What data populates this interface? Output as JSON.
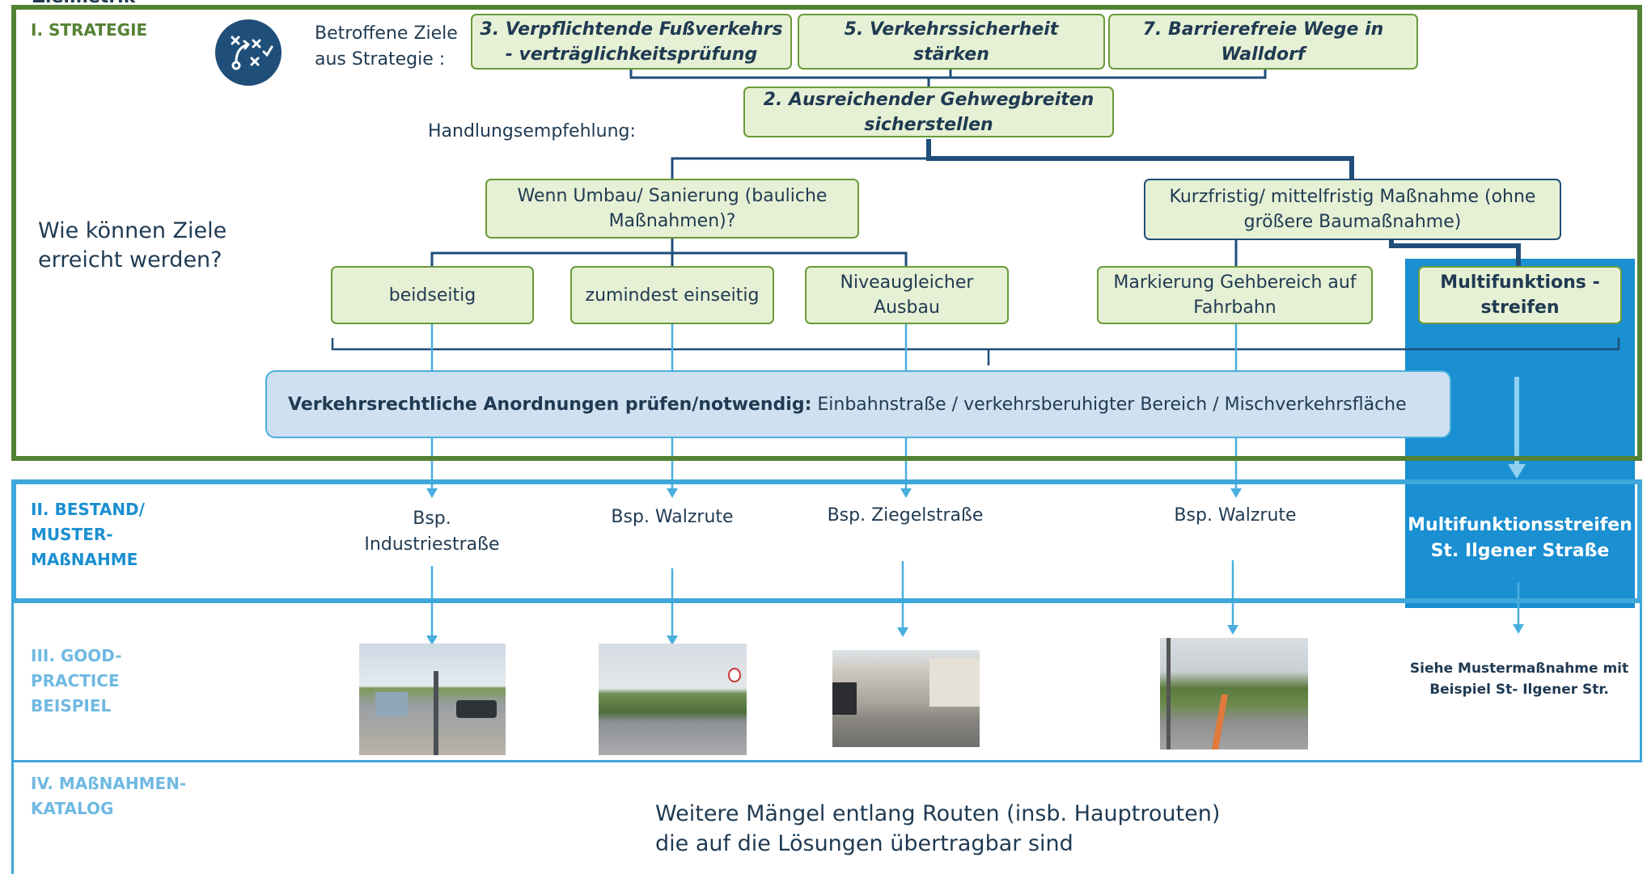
{
  "title_fragment": "Zielmetrik",
  "section_I": {
    "label": "I. STRATEGIE",
    "goals_label": "Betroffene Ziele aus Strategie :",
    "goal_3": "3. Verpflichtende Fußverkehrs - verträglichkeitsprüfung",
    "goal_5": "5. Verkehrssicherheit stärken",
    "goal_7": "7. Barrierefreie Wege in Walldorf",
    "recommendation_label": "Handlungsempfehlung:",
    "recommendation": "2. Ausreichender Gehwegbreiten sicherstellen",
    "question": "Wie können Ziele erreicht werden?",
    "branch_left": "Wenn Umbau/ Sanierung (bauliche Maßnahmen)?",
    "branch_right": "Kurzfristig/ mittelfristig Maßnahme (ohne größere Baumaßnahme)",
    "opt_1": "beidseitig",
    "opt_2": "zumindest einseitig",
    "opt_3": "Niveaugleicher Ausbau",
    "opt_4": "Markierung Gehbereich auf Fahrbahn",
    "opt_5": "Multifunktions - streifen",
    "traffic_bold": "Verkehrsrechtliche Anordnungen prüfen/notwendig:",
    "traffic_rest": " Einbahnstraße / verkehrsberuhigter Bereich / Mischverkehrsfläche"
  },
  "section_II": {
    "label": "II. BESTAND/ MUSTER- MAßNAHME",
    "ex_1": "Bsp. Industriestraße",
    "ex_2": "Bsp. Walzrute",
    "ex_3": "Bsp. Ziegelstraße",
    "ex_4": "Bsp. Walzrute",
    "ex_5": "Multifunktionsstreifen St. Ilgener Straße"
  },
  "section_III": {
    "label": "III. GOOD- PRACTICE BEISPIEL",
    "note_5": "Siehe Mustermaßnahme mit Beispiel St- Ilgener Str."
  },
  "section_IV": {
    "label": "IV. MAßNAHMEN- KATALOG",
    "text": "Weitere Mängel entlang Routen (insb. Hauptrouten) die auf die Lösungen übertragbar sind"
  },
  "colors": {
    "green_frame": "#548235",
    "green_fill": "#e6f0d4",
    "navy": "#1f4e79",
    "light_blue": "#4aafde",
    "mid_blue": "#1a8fd1",
    "pale_blue": "#cfe0f1",
    "section_III_IV_text": "#6fb9e2"
  },
  "icons": [
    "strategy-icon"
  ]
}
